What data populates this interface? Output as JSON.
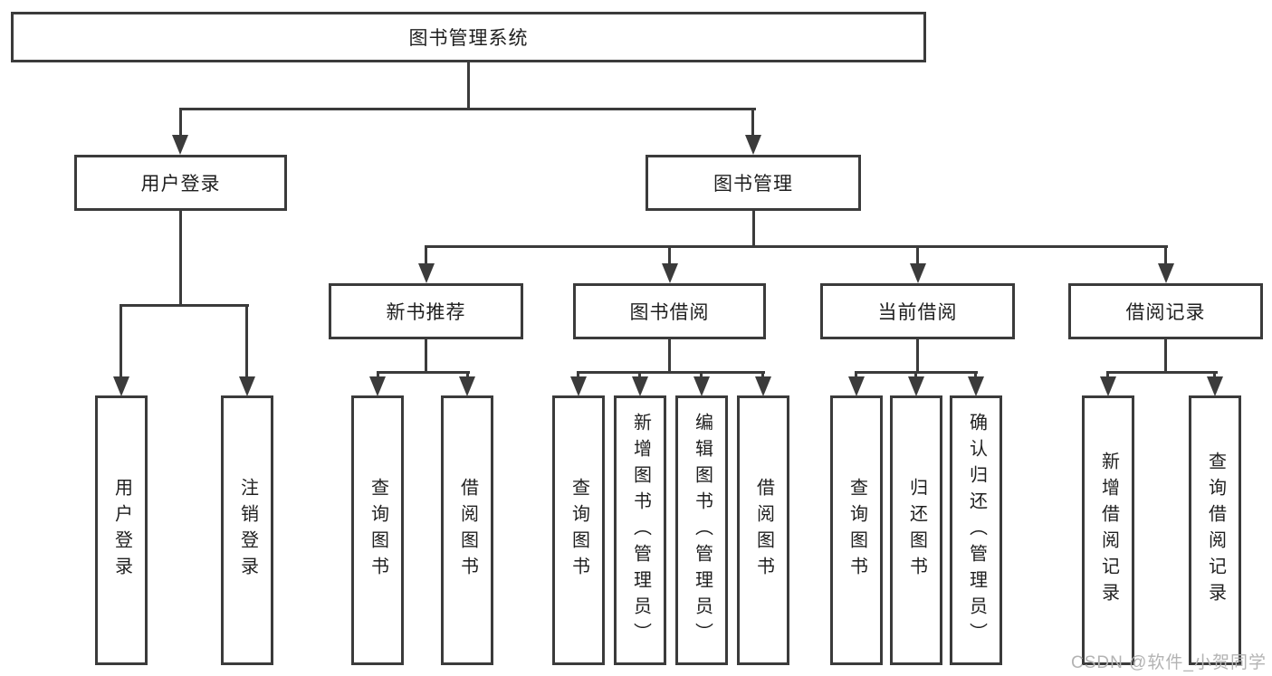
{
  "colors": {
    "background": "#ffffff",
    "line": "#3b3b3b",
    "text": "#1f1f1f",
    "watermark": "#b3b3b3"
  },
  "diagram": {
    "title": "图书管理系统",
    "branches": [
      {
        "label": "用户登录",
        "children": [
          "用户登录",
          "注销登录"
        ]
      },
      {
        "label": "图书管理",
        "children": [
          {
            "label": "新书推荐",
            "children": [
              "查询图书",
              "借阅图书"
            ]
          },
          {
            "label": "图书借阅",
            "children": [
              "查询图书",
              "新增图书（管理员）",
              "编辑图书（管理员）",
              "借阅图书"
            ]
          },
          {
            "label": "当前借阅",
            "children": [
              "查询图书",
              "归还图书",
              "确认归还（管理员）"
            ]
          },
          {
            "label": "借阅记录",
            "children": [
              "新增借阅记录",
              "查询借阅记录"
            ]
          }
        ]
      }
    ],
    "watermark": "CSDN @软件_小贺同学"
  }
}
